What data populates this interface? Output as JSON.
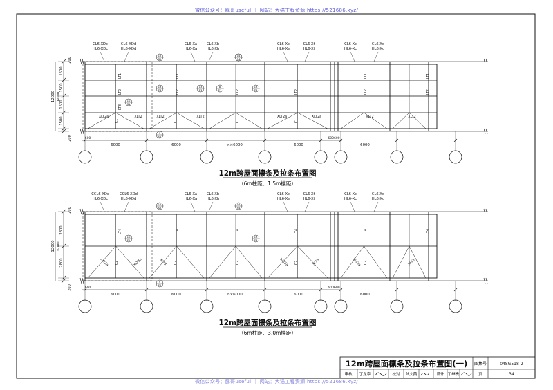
{
  "watermark": {
    "top": "微信公众号：豚哥useful ｜ 网站：大猫工程资源 https://521686.xyz/",
    "bottom": "微信公众号：豚哥useful ｜ 网站：大猫工程资源 https://521686.xyz/"
  },
  "plan1": {
    "title": "12m跨屋面檩条及拉条布置图",
    "subtitle": "（6m柱距、1.5m檩距）",
    "purlin_labels": [
      [
        "CL6-XDc",
        "HL6-XDc"
      ],
      [
        "CL6-XDd",
        "HL6-XDd"
      ],
      [
        "CL6-Xa",
        "HL6-Xa"
      ],
      [
        "CL6-Xb",
        "HL6-Xb"
      ],
      [
        "CL6-Xe",
        "HL6-Xe"
      ],
      [
        "CL6-Xf",
        "HL6-Xf"
      ],
      [
        "CL6-Xc",
        "HL6-Xc"
      ],
      [
        "CL6-Xd",
        "HL6-Xd"
      ]
    ],
    "left_dims": [
      "1500",
      "1500",
      "1500",
      "1500"
    ],
    "left_total": "12000",
    "left_half": "6000",
    "edge_dim": "200",
    "bottom_dims": [
      "6000",
      "6000",
      "n×6000",
      "6000",
      "6000"
    ],
    "small_dims": [
      "600",
      "600600"
    ],
    "callouts": [
      [
        "12",
        "S2"
      ],
      [
        "14",
        "S4"
      ],
      [
        "13",
        "S3"
      ],
      [
        "13",
        "S3"
      ],
      [
        "8",
        "S1"
      ],
      [
        "13",
        "S3"
      ],
      [
        "14",
        "S4"
      ],
      [
        "10",
        "S1"
      ],
      [
        "9",
        "S1"
      ]
    ],
    "rod_labels": {
      "lt1": "LT1",
      "lt2": "LT2",
      "lt3": "LT3",
      "xlt2": "XLT2",
      "xlt2a": "XLT2a",
      "c1": "C1"
    }
  },
  "plan2": {
    "title": "12m跨屋面檩条及拉条布置图",
    "subtitle": "（6m柱距、3.0m檩距）",
    "purlin_labels": [
      [
        "CCL6-XDc",
        "HL6-XDc"
      ],
      [
        "CCL6-XDd",
        "HL6-XDd"
      ],
      [
        "CL6-Xa",
        "HL6-Xa"
      ],
      [
        "CL6-Xb",
        "HL6-Xb"
      ],
      [
        "CL6-Xe",
        "HL6-Xe"
      ],
      [
        "CL6-Xf",
        "HL6-Xf"
      ],
      [
        "CL6-Xc",
        "HL6-Xc"
      ],
      [
        "CL6-Xd",
        "HL6-Xd"
      ]
    ],
    "left_dims": [
      "2800",
      "2800"
    ],
    "left_total": "12000",
    "left_half": "6000",
    "edge_dim": "200",
    "bottom_dims": [
      "6000",
      "6000",
      "n×6000",
      "6000",
      "6000"
    ],
    "small_dims": [
      "600",
      "600600"
    ],
    "callouts": [
      [
        "12",
        "S2"
      ],
      [
        "14",
        "S4"
      ],
      [
        "10",
        "S1"
      ],
      [
        "13",
        "S3"
      ],
      [
        "9",
        "S1"
      ]
    ],
    "rod_labels": {
      "lt4": "LT4",
      "xlt3": "XLT3",
      "xlt3a": "XLT3a",
      "c2": "C2"
    }
  },
  "titleblock": {
    "title": "12m跨屋面檩条及拉条布置图(一)",
    "atlas_label": "图集号",
    "atlas_no": "04SG518-2",
    "review_label": "审核",
    "reviewer": "丁龙章",
    "check_label": "校对",
    "checker": "陆文英",
    "design_label": "设计",
    "designer": "丁继贵",
    "page_label": "页",
    "page_no": "34"
  }
}
